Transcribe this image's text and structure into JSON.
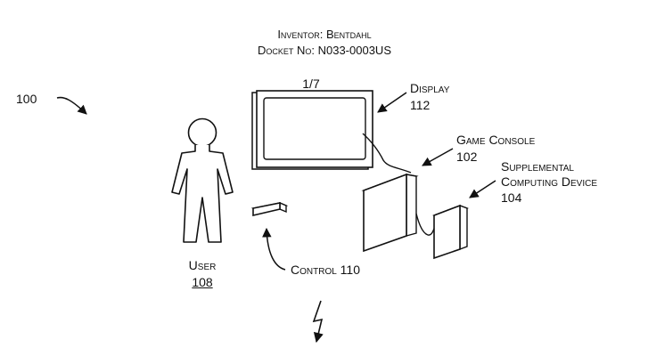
{
  "header": {
    "inventor": "Inventor: Bentdahl",
    "docket": "Docket No: N033-0003US"
  },
  "sheet_number": "1/7",
  "figure_ref": "100",
  "labels": {
    "display": {
      "name": "Display",
      "ref": "112"
    },
    "game_console": {
      "name": "Game Console",
      "ref": "102"
    },
    "supplemental": {
      "name_line1": "Supplemental",
      "name_line2": "Computing Device",
      "ref": "104"
    },
    "user": {
      "name": "User",
      "ref": "108"
    },
    "control": {
      "name": "Control 110"
    }
  },
  "colors": {
    "ink": "#111111",
    "background": "#ffffff"
  }
}
